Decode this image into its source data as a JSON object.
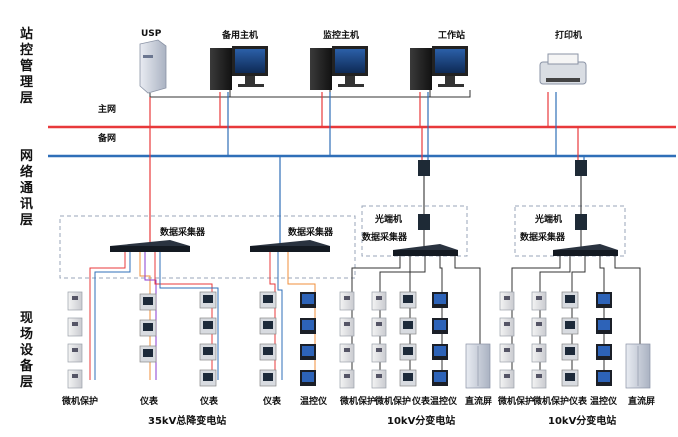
{
  "layers": {
    "station": "站控管理层",
    "network": "网络通讯层",
    "field": "现场设备层"
  },
  "top_devices": {
    "ups": "USP",
    "backup_host": "备用主机",
    "monitor_host": "监控主机",
    "workstation": "工作站",
    "printer": "打印机"
  },
  "networks": {
    "main": "主网",
    "backup": "备网"
  },
  "collectors": {
    "c1": "数据采集器",
    "c2": "数据采集器",
    "c3": "数据采集器",
    "c4": "数据采集器"
  },
  "optical": {
    "o1": "光端机",
    "o2": "光端机"
  },
  "field_labels": {
    "a1": "微机保护",
    "a2": "仪表",
    "a3": "仪表",
    "a4": "仪表",
    "a5": "温控仪",
    "b1": "微机保护",
    "b2": "微机保护",
    "b3": "仪表",
    "b4": "温控仪",
    "b5": "直流屏",
    "c1": "微机保护",
    "c2": "微机保护",
    "c3": "仪表",
    "c4": "温控仪",
    "c5": "直流屏"
  },
  "stations": {
    "s1": "35kV总降变电站",
    "s2": "10kV分变电站",
    "s3": "10kV分变电站"
  },
  "colors": {
    "main_bus": "#e8393b",
    "backup_bus": "#2f6fb8",
    "link": "#333333",
    "dash": "#9aa6b8"
  }
}
